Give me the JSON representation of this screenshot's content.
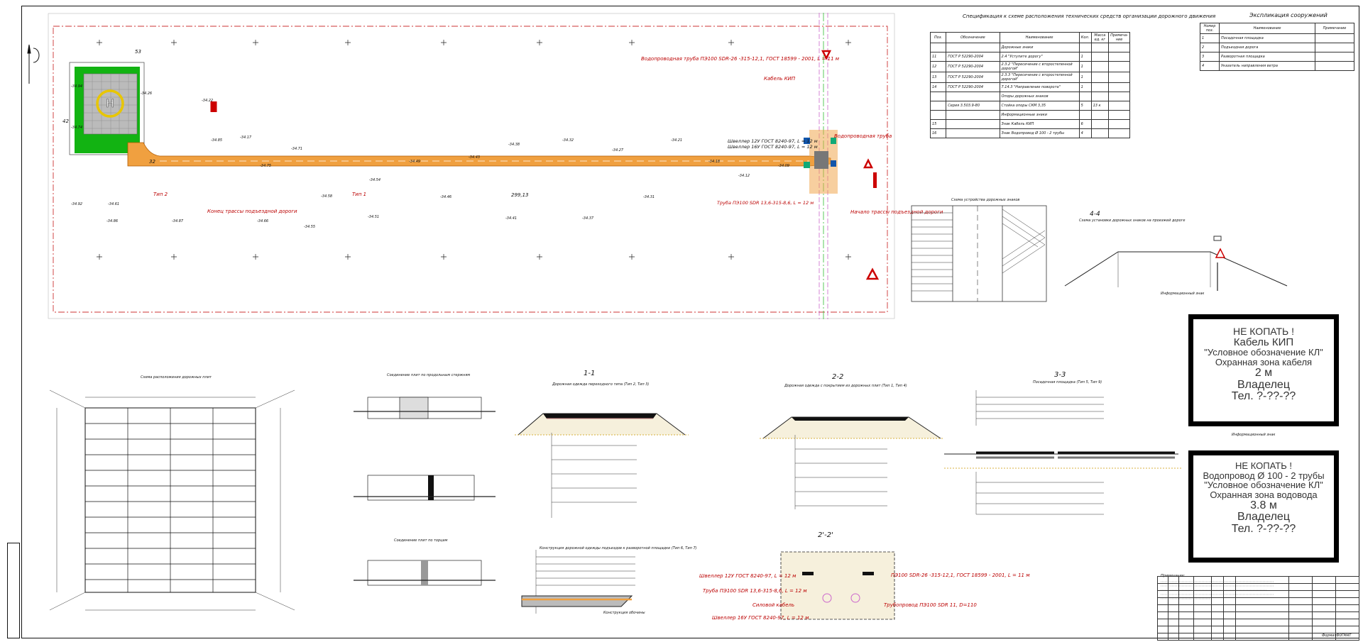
{
  "plan": {
    "heli_letter": "H",
    "spec_labels": [
      "Водопроводная труба ПЭ100 SDR-26 -315-12,1, ГОСТ 18599 - 2001, L = 11 м",
      "Кабель КИП",
      "Швеллер 12У ГОСТ 8240-97, L = 12 м",
      "Швеллер 16У ГОСТ 8240-97, L = 12 м",
      "Труба ПЭ100 SDR 13,6-315-8,6, L = 12 м",
      "Конец трассы подъездной дороги",
      "Начало трассы подъездной дороги",
      "Тип 2",
      "Тип 1",
      "299,13",
      "Водопроводная труба"
    ],
    "elevations": [
      "-34.94",
      "-34.74",
      "-34.92",
      "-34.61",
      "-34.87",
      "-34.85",
      "-34.75",
      "-34.71",
      "-34.58",
      "-34.54",
      "-34.49",
      "-34.43",
      "-34.38",
      "-34.32",
      "-34.27",
      "-34.21",
      "-34.18",
      "-34.12",
      "-34.09",
      "-34.86",
      "-34.66",
      "-34.55",
      "-34.51",
      "-34.46",
      "-34.41",
      "-34.37",
      "-34.31",
      "-34.26",
      "-34.22",
      "-34.17"
    ],
    "dims": [
      "53",
      "42",
      "32"
    ]
  },
  "spec_table": {
    "title": "Спецификация к схеме расположения технических средств организации дорожного движения",
    "headers": [
      "Поз.",
      "Обозначение",
      "Наименование",
      "Кол.",
      "Масса ед. кг",
      "Примеча- ние"
    ],
    "rows": [
      [
        "",
        "",
        "Дорожные знаки",
        "",
        "",
        ""
      ],
      [
        "11",
        "ГОСТ Р 52290-2004",
        "2.4 \"Уступите дорогу\"",
        "1",
        "",
        ""
      ],
      [
        "12",
        "ГОСТ Р 52290-2004",
        "2.3.2 \"Пересечение с второстепенной дорогой\"",
        "1",
        "",
        ""
      ],
      [
        "13",
        "ГОСТ Р 52290-2004",
        "2.3.3 \"Пересечение с второстепенной дорогой\"",
        "1",
        "",
        ""
      ],
      [
        "14",
        "ГОСТ Р 52290-2004",
        "7.14.3 \"Направление поворота\"",
        "1",
        "",
        ""
      ],
      [
        "",
        "",
        "Опоры дорожных знаков",
        "",
        "",
        ""
      ],
      [
        "",
        "Серия 3.503.9-80",
        "Стойка опоры СКМ 3,35",
        "5",
        "13 к",
        ""
      ],
      [
        "",
        "",
        "Информационные знаки",
        "",
        "",
        ""
      ],
      [
        "15",
        "",
        "Знак Кабель КИП",
        "6",
        "",
        ""
      ],
      [
        "16",
        "",
        "Знак Водопровод Ø 100 - 2 трубы",
        "4",
        "",
        ""
      ]
    ]
  },
  "explication": {
    "title": "Экспликация сооружений",
    "headers": [
      "Номер поз.",
      "Наименование",
      "Примечание"
    ],
    "rows": [
      [
        "1",
        "Посадочная площадка",
        ""
      ],
      [
        "2",
        "Подъездная дорога",
        ""
      ],
      [
        "3",
        "Разворотная площадка",
        ""
      ],
      [
        "4",
        "Указатель направления ветра",
        ""
      ]
    ]
  },
  "sections": {
    "s11": "1-1",
    "s22": "2-2",
    "s33": "3-3",
    "s44": "4-4",
    "s2p": "2'-2'",
    "s11_sub": "Дорожная одежда переходного типа (Тип 2, Тип 3)",
    "s22_sub": "Дорожная одежда с покрытием из дорожных плит (Тип 1, Тип 4)",
    "s33_sub": "Посадочная площадка (Тип 5, Тип 9)",
    "s44_sub": "Схема установки дорожных знаков на проезжей дороге",
    "plate_title": "Схема расположения дорожных плит",
    "joint_title": "Соединение плит по продольным стержням",
    "joint2_title": "Соединение плит по торцам",
    "road_title": "Схема устройства дорожных знаков",
    "constr_title": "Конструкция дорожной одежды подъездов к разворотной площадке (Тип 6, Тип 7)",
    "cut_title": "Конструкция обочины",
    "info_sign": "Информационный знак",
    "note_label": "Примечание:"
  },
  "section_texts": {
    "channel12": "Швеллер 12У ГОСТ 8240-97, L = 12 м",
    "channel16": "Швеллер 16У ГОСТ 8240-97, L = 12 м",
    "pipe315": "ПЭ100 SDR-26 -315-12,1, ГОСТ 18599 - 2001, L = 11 м",
    "pipe_main": "Трубопровод ПЭ100 SDR 11, D=110",
    "pipe_trub": "Труба ПЭ100 SDR 13,6-315-8,6, L = 12 м",
    "cable": "Силовой кабель"
  },
  "signs": [
    {
      "l1": "НЕ КОПАТЬ !",
      "l2": "Кабель КИП",
      "l3": "\"Условное обозначение КЛ\"",
      "l4": "Охранная зона кабеля",
      "dist": "2 м",
      "l5": "Владелец",
      "l6": "Тел. ?-??-??"
    },
    {
      "l1": "НЕ КОПАТЬ !",
      "l2": "Водопровод Ø 100 - 2 трубы",
      "l3": "\"Условное обозначение КЛ\"",
      "l4": "Охранная зона водовода",
      "dist": "3.8 м",
      "l5": "Владелец",
      "l6": "Тел. ?-??-??"
    }
  ],
  "format_label": "ФорматФ0ГМАТ",
  "colors": {
    "grass": "#12b312",
    "road": "#f0a040",
    "heli": "#e8c600",
    "redline": "#cc0000",
    "green_line": "#33bb33"
  }
}
